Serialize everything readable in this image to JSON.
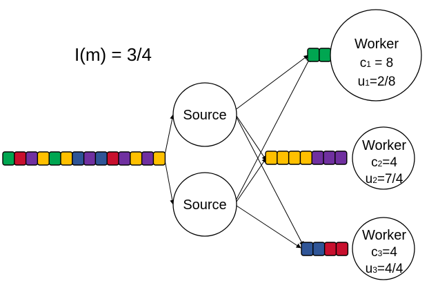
{
  "formula": "I(m) = 3/4",
  "sources": [
    {
      "label": "Source"
    },
    {
      "label": "Source"
    }
  ],
  "workers": [
    {
      "label": "Worker",
      "cap_var": "c",
      "cap_sub": "1",
      "cap_val": " = 8",
      "util_var": "u",
      "util_sub": "1",
      "util_val": "=2/8"
    },
    {
      "label": "Worker",
      "cap_var": "c",
      "cap_sub": "2",
      "cap_val": "=4",
      "util_var": "u",
      "util_sub": "2",
      "util_val": "=7/4"
    },
    {
      "label": "Worker",
      "cap_var": "c",
      "cap_sub": "3",
      "cap_val": "=4",
      "util_var": "u",
      "util_sub": "3",
      "util_val": "=4/4"
    }
  ],
  "colors": {
    "green": "#00a651",
    "red": "#c8102e",
    "yellow": "#ffc000",
    "blue": "#2f5597",
    "purple": "#7030a0",
    "outline": "#000000"
  },
  "queues": {
    "input": [
      "green",
      "red",
      "purple",
      "yellow",
      "green",
      "yellow",
      "blue",
      "purple",
      "blue",
      "red",
      "purple",
      "yellow",
      "purple",
      "yellow"
    ],
    "worker1": [
      "green",
      "green"
    ],
    "worker2": [
      "yellow",
      "yellow",
      "yellow",
      "yellow",
      "purple",
      "purple",
      "purple"
    ],
    "worker3": [
      "blue",
      "blue",
      "red",
      "red"
    ]
  }
}
